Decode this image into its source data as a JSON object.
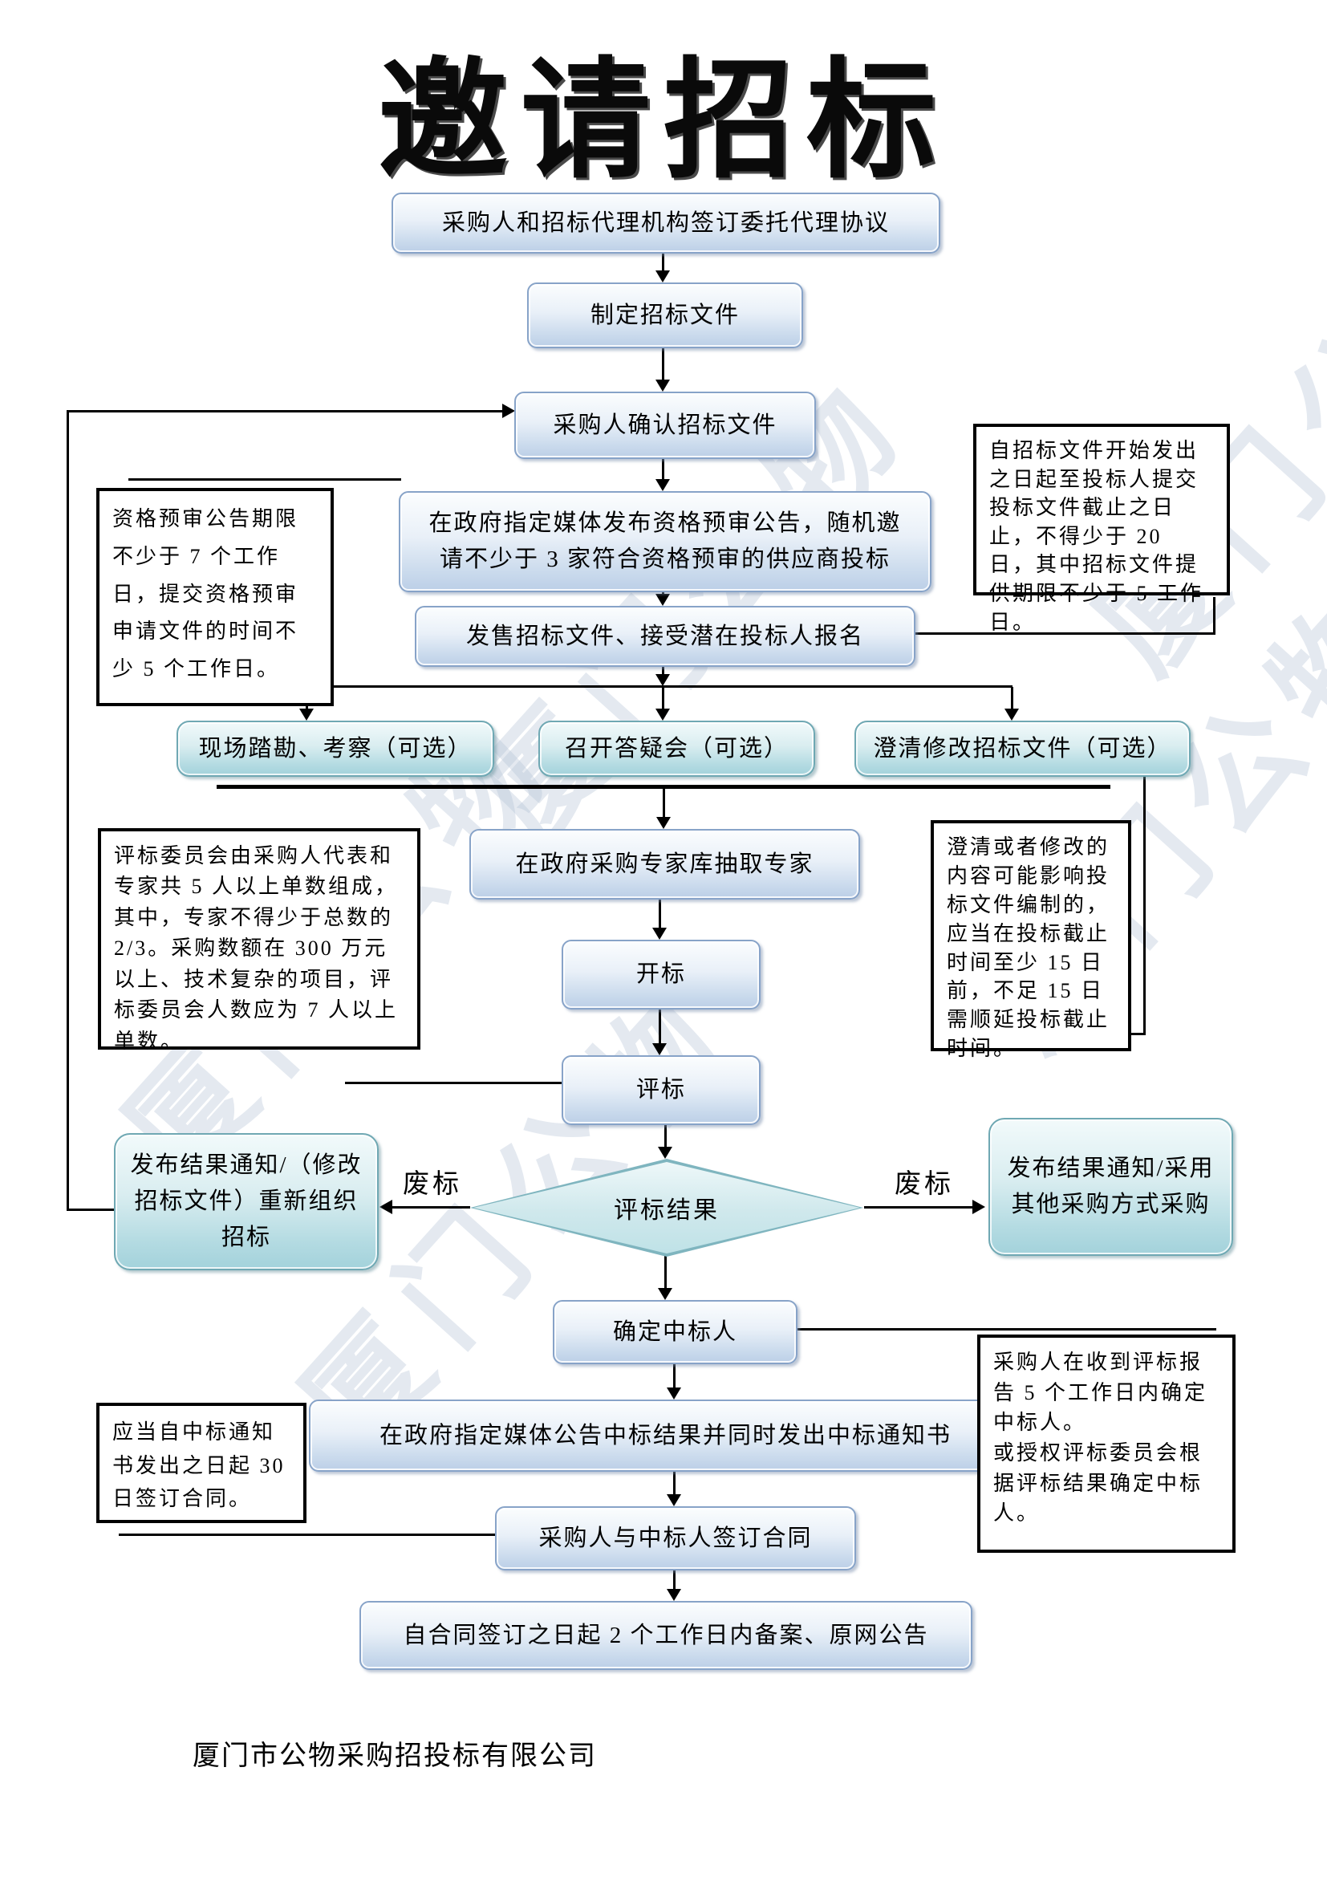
{
  "title": "邀请招标",
  "watermark": "厦门公物",
  "footer": "厦门市公物采购招投标有限公司",
  "colors": {
    "flow_box_border": "#87a3c8",
    "flow_box_fill_bottom": "#bccfe7",
    "optional_box_border": "#6fa8b3",
    "optional_box_fill_bottom": "#a3d2db",
    "note_border": "#000000",
    "connector": "#000000"
  },
  "nodes": {
    "sign_agency": "采购人和招标代理机构签订委托代理协议",
    "draft_docs": "制定招标文件",
    "confirm_docs": "采购人确认招标文件",
    "prequal_announce_l1": "在政府指定媒体发布资格预审公告，随机邀",
    "prequal_announce_l2": "请不少于 3 家符合资格预审的供应商投标",
    "sell_docs": "发售招标文件、接受潜在投标人报名",
    "site_survey": "现场踏勘、考察（可选）",
    "qa_meeting": "召开答疑会（可选）",
    "clarify_docs": "澄清修改招标文件（可选）",
    "draw_experts": "在政府采购专家库抽取专家",
    "bid_opening": "开标",
    "bid_evaluation": "评标",
    "eval_result": "评标结果",
    "retender": "发布结果通知/（修改招标文件）重新组织招标",
    "other_method": "发布结果通知/采用其他采购方式采购",
    "determine_winner": "确定中标人",
    "announce_winner": "在政府指定媒体公告中标结果并同时发出中标通知书",
    "sign_contract": "采购人与中标人签订合同",
    "filing": "自合同签订之日起 2 个工作日内备案、原网公告"
  },
  "labels": {
    "reject_left": "废标",
    "reject_right": "废标"
  },
  "notes": {
    "prequal": "资格预审公告期限不少于 7 个工作日，提交资格预审申请文件的时间不少 5 个工作日。",
    "doc_period": "自招标文件开始发出之日起至投标人提交投标文件截止之日止，不得少于 20 日，其中招标文件提供期限不少于 5 工作日。",
    "committee": "评标委员会由采购人代表和专家共 5 人以上单数组成，其中，专家不得少于总数的 2/3。采购数额在 300 万元以上、技术复杂的项目，评标委员会人数应为 7 人以上单数。",
    "clarify": "澄清或者修改的内容可能影响投标文件编制的，应当在投标截止时间至少 15 日前，不足 15 日需顺延投标截止时间。",
    "contract": "应当自中标通知书发出之日起 30 日签订合同。",
    "winner_l1": "采购人在收到评标报告 5 个工作日内确定中标人。",
    "winner_l2": "或授权评标委员会根据评标结果确定中标人。"
  }
}
